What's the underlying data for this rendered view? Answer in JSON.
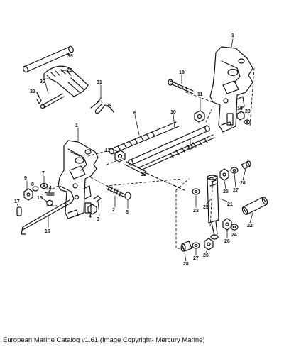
{
  "caption": "European Marine Catalog v1.61 (Image Copyright- Mercury Marine)",
  "callouts": [
    "1",
    "1",
    "2",
    "3",
    "4",
    "5",
    "6",
    "7",
    "8",
    "9",
    "10",
    "11",
    "11",
    "12",
    "13",
    "14",
    "15",
    "16",
    "17",
    "18",
    "19",
    "20",
    "21",
    "22",
    "23",
    "24",
    "25",
    "25",
    "26",
    "26",
    "27",
    "27",
    "28",
    "28",
    "29",
    "30",
    "31",
    "32",
    "33"
  ]
}
